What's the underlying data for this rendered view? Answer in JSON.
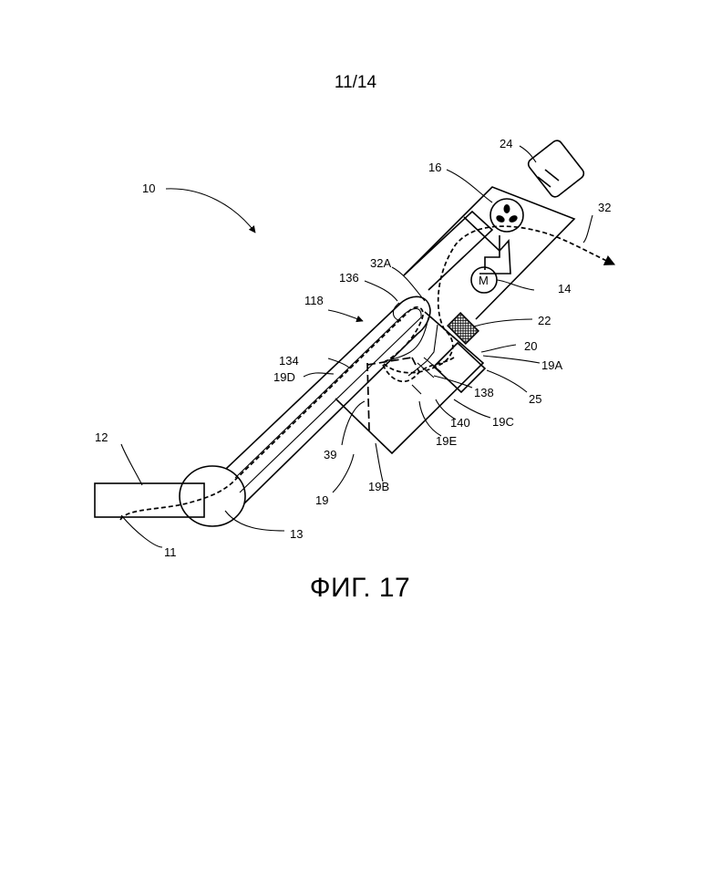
{
  "page": {
    "number": "11/14"
  },
  "figure": {
    "caption": "ФИГ. 17"
  },
  "labels": {
    "l10": "10",
    "l12": "12",
    "l11": "11",
    "l13": "13",
    "l118": "118",
    "l134": "134",
    "l136": "136",
    "l32A": "32A",
    "l16": "16",
    "l24": "24",
    "l32": "32",
    "l14": "14",
    "motor": "M",
    "l22": "22",
    "l20": "20",
    "l19A": "19A",
    "l25": "25",
    "l138": "138",
    "l140": "140",
    "l19C": "19C",
    "l19E": "19E",
    "l19D": "19D",
    "l39": "39",
    "l19": "19",
    "l19B": "19B"
  }
}
